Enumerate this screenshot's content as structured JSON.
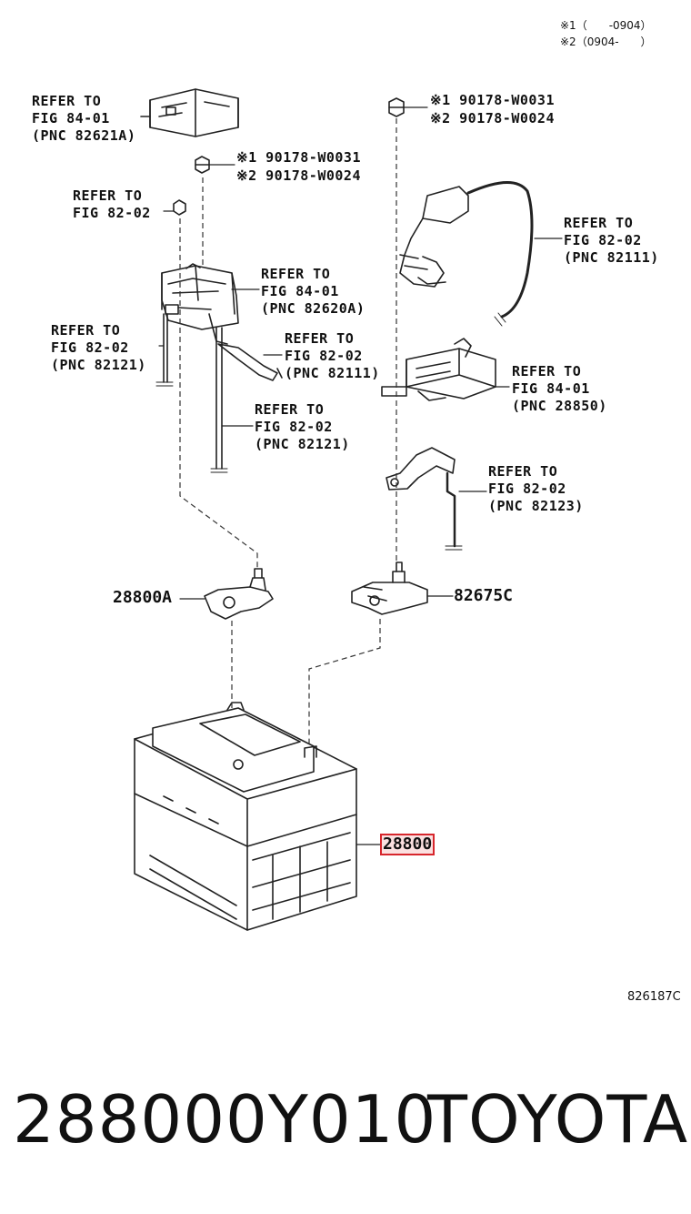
{
  "legend": {
    "line1": "※1（　　-0904）",
    "line2": "※2（0904-　　）"
  },
  "labels": {
    "ref_84_01_a": "REFER TO\nFIG 84-01\n(PNC 82621A)",
    "ref_82_02_a": "REFER TO\nFIG 82-02",
    "ref_84_01_b": "REFER TO\nFIG 84-01\n(PNC 82620A)",
    "ref_82_02_b": "REFER TO\nFIG 82-02\n(PNC 82121)",
    "ref_82_02_c": "REFER TO\nFIG 82-02\n(PNC 82111)",
    "ref_82_02_d": "REFER TO\nFIG 82-02\n(PNC 82121)",
    "ref_82_02_e": "REFER TO\nFIG 82-02\n(PNC 82111)",
    "ref_84_01_c": "REFER TO\nFIG 84-01\n(PNC 28850)",
    "ref_82_02_f": "REFER TO\nFIG 82-02\n(PNC 82123)",
    "bolt_left_1": "※1 90178-W0031",
    "bolt_left_2": "※2 90178-W0024",
    "bolt_right_1": "※1 90178-W0031",
    "bolt_right_2": "※2 90178-W0024"
  },
  "parts": {
    "terminal_neg": "28800A",
    "terminal_pos": "82675C",
    "battery": "28800"
  },
  "figure_id": "826187C",
  "footer": {
    "part_number": "288000Y010",
    "brand": "TOYOTA"
  },
  "colors": {
    "highlight_border": "#d7262c",
    "highlight_fill": "#fbe0e0"
  }
}
